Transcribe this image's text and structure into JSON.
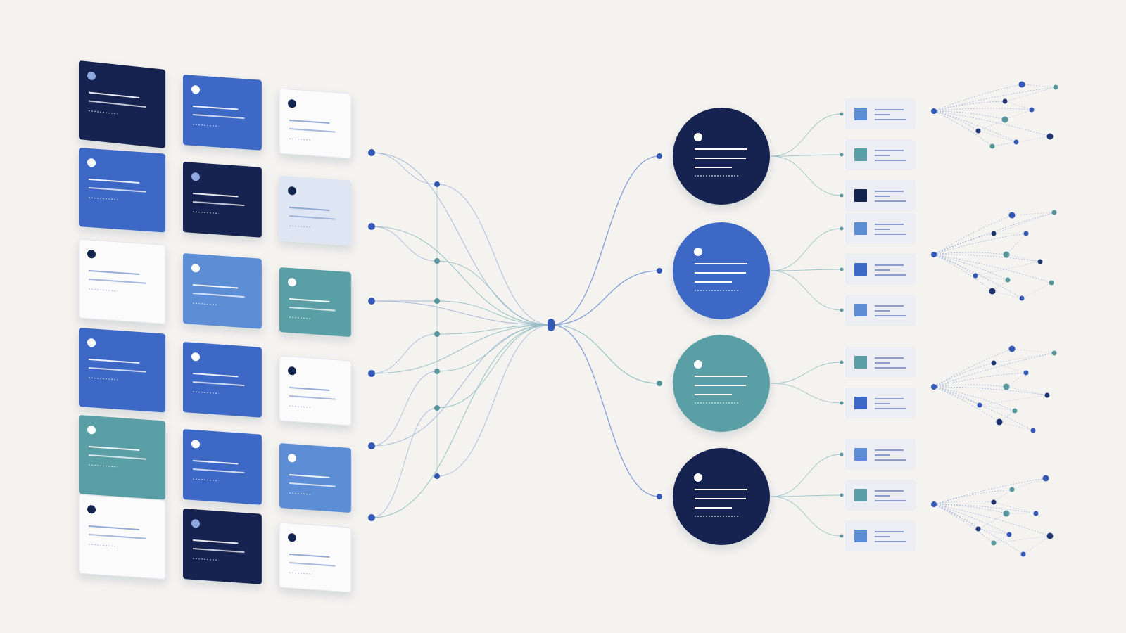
{
  "palette": {
    "navy": "#13244f",
    "blue": "#3e68c6",
    "light_blue": "#5d8dd4",
    "teal": "#5a9fa6",
    "white": "#fbfbfc",
    "pale": "#dfe6f3",
    "line": "#9fb4d6",
    "line_teal": "#8fbcc0",
    "dot_blue": "#3358b5",
    "dot_teal": "#56979d",
    "dot_navy": "#1e3572",
    "background": "#f5f3f0"
  },
  "diagram": {
    "card_grid": [
      [
        "navy",
        "blue",
        "white"
      ],
      [
        "blue",
        "navy",
        "pale"
      ],
      [
        "white",
        "light_blue",
        "teal"
      ],
      [
        "blue",
        "blue",
        "white"
      ],
      [
        "teal",
        "blue",
        "light_blue"
      ],
      [
        "white",
        "navy",
        "white"
      ]
    ],
    "hub": {
      "shape": "pill",
      "color": "dot_blue"
    },
    "output_nodes": [
      {
        "color": "navy",
        "items": [
          "light_blue",
          "teal",
          "navy"
        ]
      },
      {
        "color": "blue",
        "items": [
          "light_blue",
          "blue",
          "light_blue"
        ]
      },
      {
        "color": "teal",
        "items": [
          "teal",
          "blue"
        ]
      },
      {
        "color": "navy",
        "items": [
          "light_blue",
          "teal",
          "light_blue"
        ]
      }
    ],
    "clusters": 4
  }
}
